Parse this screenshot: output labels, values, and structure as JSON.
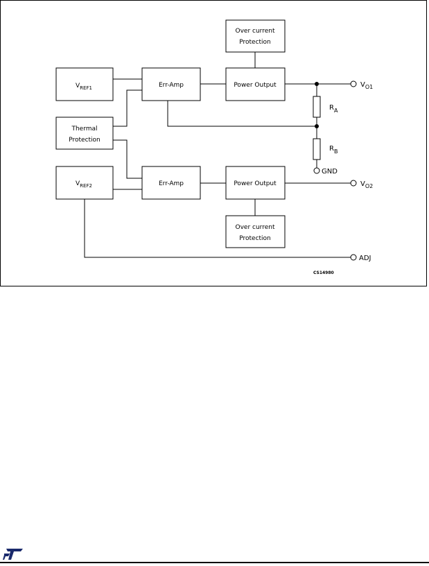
{
  "diagram": {
    "blocks": {
      "ocp_top_line1": "Over current",
      "ocp_top_line2": "Protection",
      "vref1_main": "V",
      "vref1_sub": "REF1",
      "erramp1": "Err-Amp",
      "power1": "Power Output",
      "thermal_line1": "Thermal",
      "thermal_line2": "Protection",
      "vref2_main": "V",
      "vref2_sub": "REF2",
      "erramp2": "Err-Amp",
      "power2": "Power Output",
      "ocp_bot_line1": "Over current",
      "ocp_bot_line2": "Protection"
    },
    "components": {
      "ra_main": "R",
      "ra_sub": "A",
      "rb_main": "R",
      "rb_sub": "B"
    },
    "pins": {
      "vo1_main": "V",
      "vo1_sub": "O1",
      "vo2_main": "V",
      "vo2_sub": "O2",
      "gnd": "GND",
      "adj": "ADJ"
    },
    "figure_code": "CS14980"
  },
  "footer": {
    "logo_name": "st-logo-icon"
  }
}
